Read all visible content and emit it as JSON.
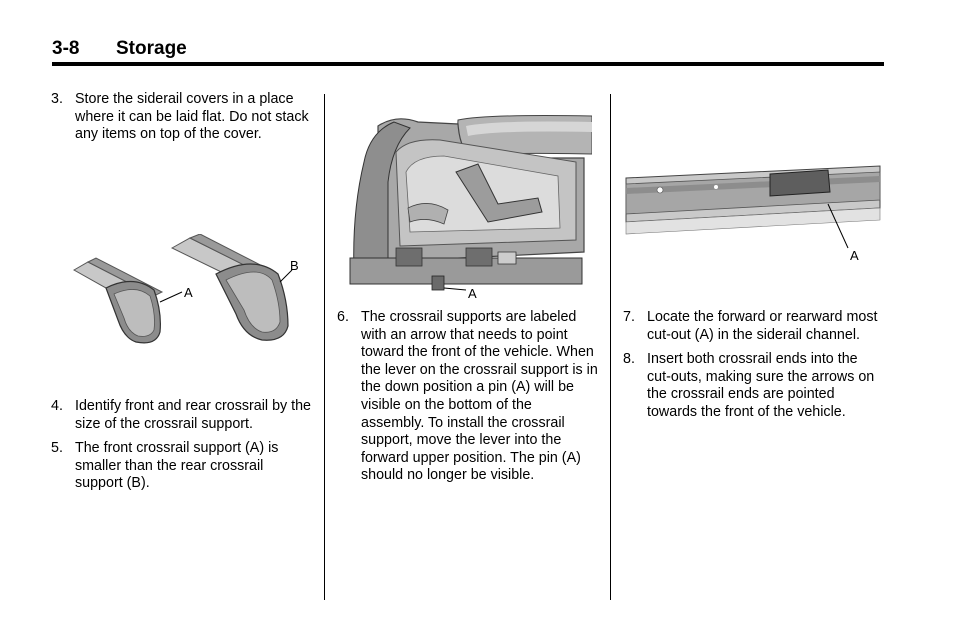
{
  "header": {
    "page_number": "3-8",
    "section_title": "Storage"
  },
  "column1": {
    "step3": {
      "num": "3.",
      "text": "Store the siderail covers in a place where it can be laid flat. Do not stack any items on top of the cover."
    },
    "figure": {
      "label_a": "A",
      "label_b": "B"
    },
    "step4": {
      "num": "4.",
      "text": "Identify front and rear crossrail by the size of the crossrail support."
    },
    "step5": {
      "num": "5.",
      "text": "The front crossrail support (A) is smaller than the rear crossrail support (B)."
    }
  },
  "column2": {
    "figure": {
      "label_a": "A"
    },
    "step6": {
      "num": "6.",
      "text": "The crossrail supports are labeled with an arrow that needs to point toward the front of the vehicle. When the lever on the crossrail support is in the down position a pin (A) will be visible on the bottom of the assembly. To install the crossrail support, move the lever into the forward upper position. The pin (A) should no longer be visible."
    }
  },
  "column3": {
    "figure": {
      "label_a": "A"
    },
    "step7": {
      "num": "7.",
      "text": "Locate the forward or rearward most cut-out (A) in the siderail channel."
    },
    "step8": {
      "num": "8.",
      "text": "Insert both crossrail ends into the cut-outs, making sure the arrows on the crossrail ends are pointed towards the front of the vehicle."
    }
  }
}
